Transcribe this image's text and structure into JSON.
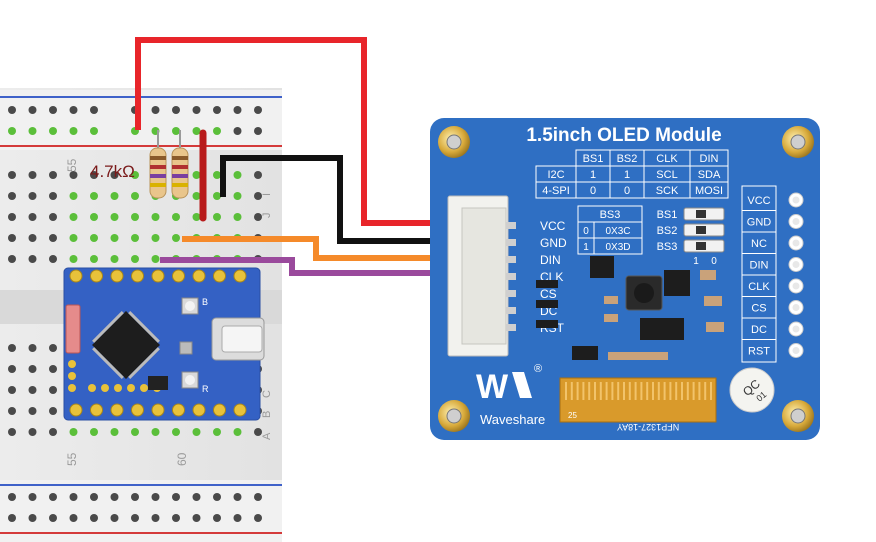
{
  "resistor_label": "4.7kΩ",
  "breadboard": {
    "num_55_top": "55",
    "num_55_bottom": "55",
    "num_60_bottom": "60",
    "row_letters_top": [
      "J",
      "I"
    ],
    "row_letters_bottom": [
      "C",
      "B",
      "A"
    ]
  },
  "mcu": {
    "button_b_label": "B",
    "button_r_label": "R"
  },
  "oled": {
    "title": "1.5inch OLED Module",
    "bs_table": {
      "headers": [
        "",
        "BS1",
        "BS2",
        "CLK",
        "DIN"
      ],
      "rows": [
        [
          "I2C",
          "1",
          "1",
          "SCL",
          "SDA"
        ],
        [
          "4-SPI",
          "0",
          "0",
          "SCK",
          "MOSI"
        ]
      ]
    },
    "bs3_table": {
      "header": "BS3",
      "rows": [
        [
          "0",
          "0X3C"
        ],
        [
          "1",
          "0X3D"
        ]
      ]
    },
    "switch_labels": [
      "BS1",
      "BS2",
      "BS3"
    ],
    "switch_scale": [
      "1",
      "0"
    ],
    "left_pins": [
      "VCC",
      "GND",
      "DIN",
      "CLK",
      "CS",
      "DC",
      "RST"
    ],
    "right_pins": [
      "VCC",
      "GND",
      "NC",
      "DIN",
      "CLK",
      "CS",
      "DC",
      "RST"
    ],
    "brand": "Waveshare",
    "registered": "®",
    "qc_label": "QC",
    "qc_sub": "01",
    "fpc_text": "NFP1327-18AY",
    "fpc_mark": "25"
  },
  "wires": {
    "vcc_color": "#e8252a",
    "gnd_color": "#111111",
    "din_color": "#f58a2a",
    "clk_color": "#9a4a9c"
  },
  "colors": {
    "board_blue": "#2f6fc3",
    "mcu_blue": "#3461c4",
    "gold": "#e8c23a"
  }
}
